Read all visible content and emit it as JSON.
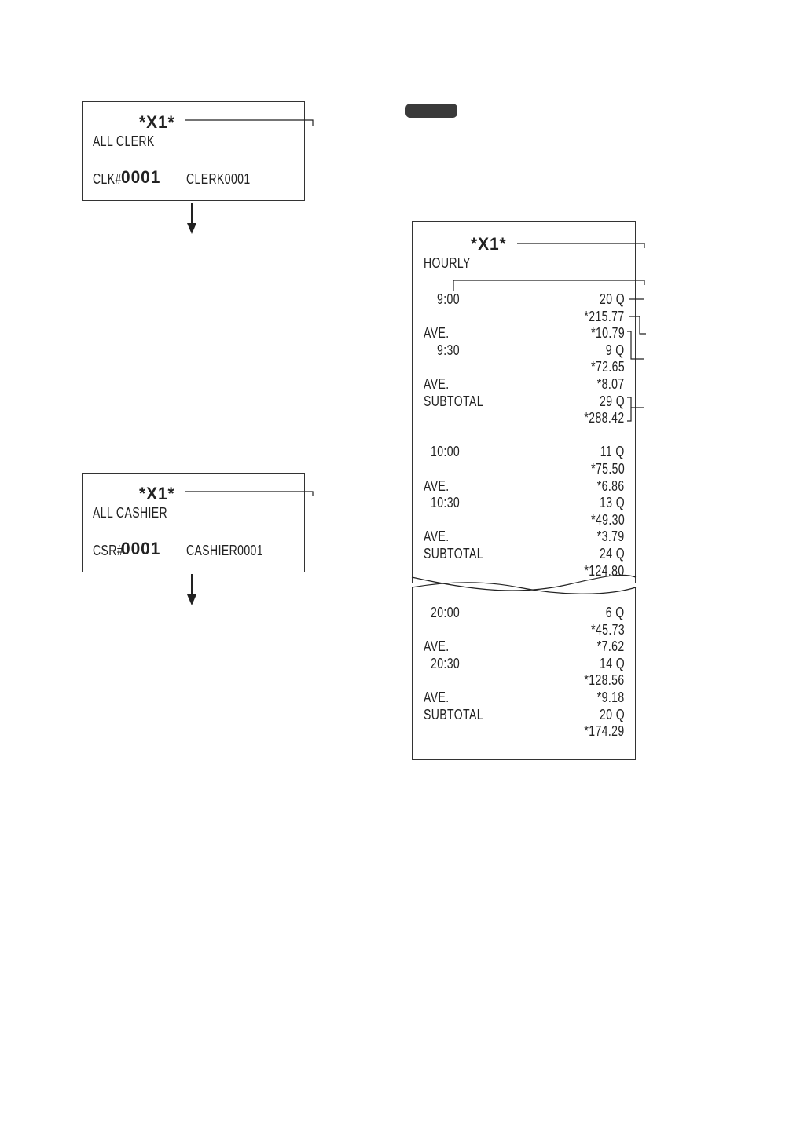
{
  "clerk_receipt": {
    "header": "*X1*",
    "title": "ALL CLERK",
    "id_prefix": "CLK#",
    "id_number": "0001",
    "name": "CLERK0001"
  },
  "cashier_receipt": {
    "header": "*X1*",
    "title": "ALL CASHIER",
    "id_prefix": "CSR#",
    "id_number": "0001",
    "name": "CASHIER0001"
  },
  "hourly_receipt": {
    "header": "*X1*",
    "title": "HOURLY",
    "rows": [
      {
        "left": "9:00",
        "right": "20 Q"
      },
      {
        "left": "",
        "right": "*215.77"
      },
      {
        "left": "AVE.",
        "right": "*10.79"
      },
      {
        "left": "9:30",
        "right": "9 Q"
      },
      {
        "left": "",
        "right": "*72.65"
      },
      {
        "left": "AVE.",
        "right": "*8.07"
      },
      {
        "left": "SUBTOTAL",
        "right": "29 Q"
      },
      {
        "left": "",
        "right": "*288.42"
      },
      {
        "left": "10:00",
        "right": "11 Q"
      },
      {
        "left": "",
        "right": "*75.50"
      },
      {
        "left": "AVE.",
        "right": "*6.86"
      },
      {
        "left": "10:30",
        "right": "13 Q"
      },
      {
        "left": "",
        "right": "*49.30"
      },
      {
        "left": "AVE.",
        "right": "*3.79"
      },
      {
        "left": "SUBTOTAL",
        "right": "24 Q"
      },
      {
        "left": "",
        "right": "*124.80"
      }
    ],
    "rows_continued": [
      {
        "left": "20:00",
        "right": "6 Q"
      },
      {
        "left": "",
        "right": "*45.73"
      },
      {
        "left": "AVE.",
        "right": "*7.62"
      },
      {
        "left": "20:30",
        "right": "14 Q"
      },
      {
        "left": "",
        "right": "*128.56"
      },
      {
        "left": "AVE.",
        "right": "*9.18"
      },
      {
        "left": "SUBTOTAL",
        "right": "20 Q"
      },
      {
        "left": "",
        "right": "*174.29"
      }
    ]
  }
}
